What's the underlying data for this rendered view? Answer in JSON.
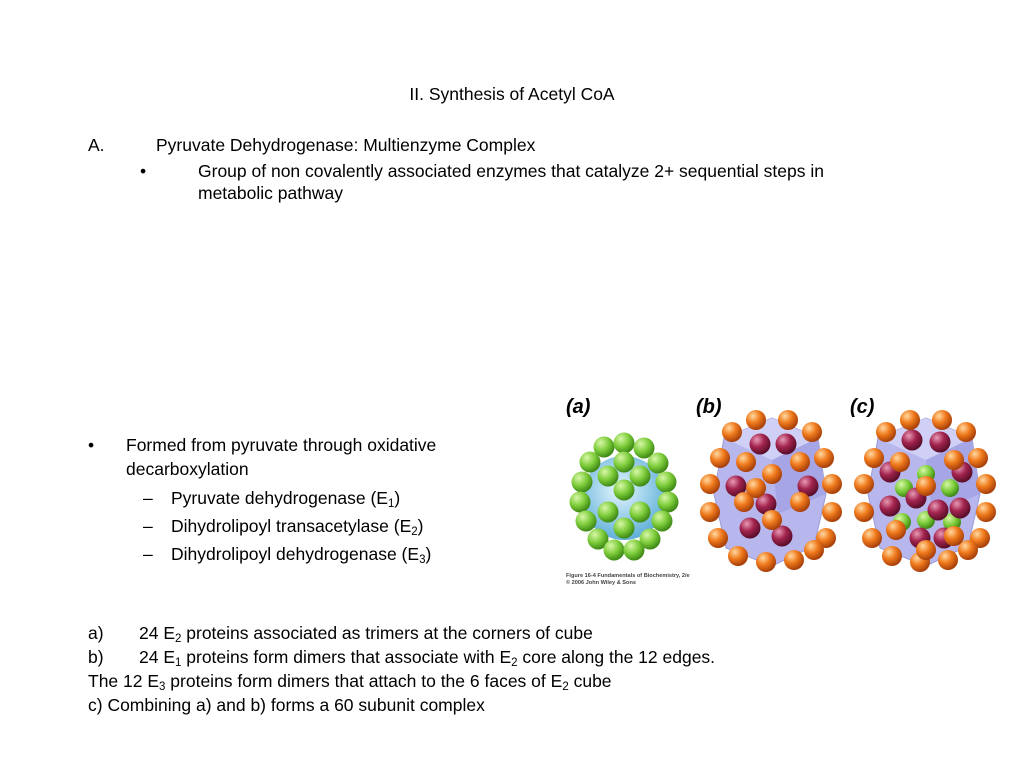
{
  "title": "II.  Synthesis of Acetyl CoA",
  "section": {
    "marker": "A.",
    "heading": "Pyruvate Dehydrogenase: Multienzyme Complex",
    "bullet_marker": "•",
    "bullet_line1": "Group of non covalently associated enzymes that catalyze 2+ sequential steps in",
    "bullet_line2": "metabolic pathway"
  },
  "formed": {
    "bullet_marker": "•",
    "line1": "Formed from pyruvate through oxidative",
    "line2": "decarboxylation",
    "dash": "–",
    "items": [
      {
        "text": "Pyruvate dehydrogenase (E",
        "sub": "1",
        "after": ")"
      },
      {
        "text": "Dihydrolipoyl transacetylase (E",
        "sub": "2",
        "after": ")"
      },
      {
        "text": "Dihydrolipoyl dehydrogenase (E",
        "sub": "3",
        "after": ")"
      }
    ]
  },
  "figure": {
    "labels": [
      "(a)",
      "(b)",
      "(c)"
    ],
    "caption_line1": "Figure 16-4  Fundamentals of Biochemistry, 2/e",
    "caption_line2": "© 2006 John Wiley & Sons",
    "colors": {
      "green": "#7dcc3a",
      "orange": "#f07a1c",
      "purple": "#a3244e",
      "cube": "#b7b7ee",
      "core": "#8fcbe6"
    }
  },
  "notes": {
    "a_marker": "a)",
    "a_pre": "24 E",
    "a_sub": "2",
    "a_post": " proteins associated as trimers at the corners of cube",
    "b_marker": "b)",
    "b_pre": "24 E",
    "b_sub1": "1",
    "b_mid": " proteins form dimers that associate with E",
    "b_sub2": "2",
    "b_post": " core along the 12 edges.",
    "line3_pre": "The 12 E",
    "line3_sub1": "3",
    "line3_mid": " proteins  form dimers that attach to the 6 faces of E",
    "line3_sub2": "2",
    "line3_post": " cube",
    "line4": "c) Combining a) and b) forms a 60 subunit complex"
  }
}
